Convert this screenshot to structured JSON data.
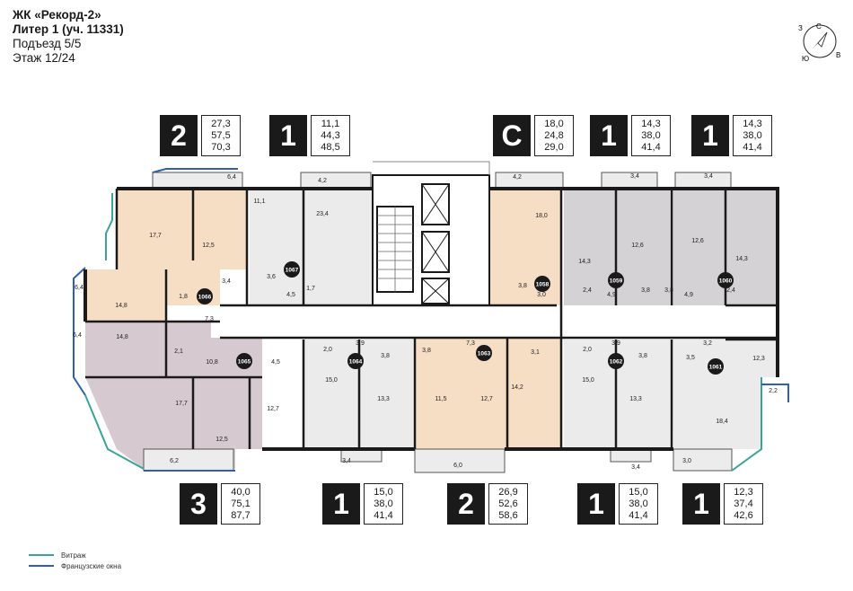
{
  "header": {
    "complex": "ЖК «Рекорд-2»",
    "liter": "Литер 1 (уч. 11331)",
    "entrance": "Подъезд 5/5",
    "floor": "Этаж 12/24"
  },
  "compass": {
    "n": "С",
    "s": "Ю",
    "w": "З",
    "e": "В"
  },
  "apartments_top": [
    {
      "rooms": "2",
      "living": "27,3",
      "total": "57,5",
      "total_balcony": "70,3"
    },
    {
      "rooms": "1",
      "living": "11,1",
      "total": "44,3",
      "total_balcony": "48,5"
    },
    {
      "rooms": "С",
      "living": "18,0",
      "total": "24,8",
      "total_balcony": "29,0"
    },
    {
      "rooms": "1",
      "living": "14,3",
      "total": "38,0",
      "total_balcony": "41,4"
    },
    {
      "rooms": "1",
      "living": "14,3",
      "total": "38,0",
      "total_balcony": "41,4"
    }
  ],
  "apartments_bottom": [
    {
      "rooms": "3",
      "living": "40,0",
      "total": "75,1",
      "total_balcony": "87,7"
    },
    {
      "rooms": "1",
      "living": "15,0",
      "total": "38,0",
      "total_balcony": "41,4"
    },
    {
      "rooms": "2",
      "living": "26,9",
      "total": "52,6",
      "total_balcony": "58,6"
    },
    {
      "rooms": "1",
      "living": "15,0",
      "total": "38,0",
      "total_balcony": "41,4"
    },
    {
      "rooms": "1",
      "living": "12,3",
      "total": "37,4",
      "total_balcony": "42,6"
    }
  ],
  "apartment_numbers": [
    "1067",
    "1066",
    "1065",
    "1064",
    "1063",
    "1058",
    "1059",
    "1060",
    "1061",
    "1062"
  ],
  "room_areas": [
    "6,4",
    "11,1",
    "4,2",
    "23,4",
    "4,2",
    "18,0",
    "3,4",
    "3,4",
    "17,7",
    "12,5",
    "14,3",
    "12,6",
    "12,6",
    "14,3",
    "6,4",
    "3,4",
    "3,6",
    "1,7",
    "3,8",
    "3,0",
    "2,4",
    "4,9",
    "3,8",
    "3,8",
    "4,9",
    "2,4",
    "14,8",
    "1,8",
    "4,5",
    "7,3",
    "6,4",
    "14,8",
    "2,1",
    "10,8",
    "4,5",
    "2,0",
    "3,9",
    "3,8",
    "7,3",
    "3,8",
    "3,1",
    "2,0",
    "3,9",
    "3,8",
    "3,2",
    "3,5",
    "12,3",
    "17,7",
    "15,0",
    "13,3",
    "11,5",
    "12,7",
    "14,2",
    "15,0",
    "13,3",
    "18,4",
    "2,2",
    "12,5",
    "12,7",
    "6,2",
    "3,4",
    "6,0",
    "3,4",
    "3,0"
  ],
  "legend": {
    "vitrazh": "Витраж",
    "french": "Французские окна"
  },
  "colors": {
    "vitrazh": "#3aa39a",
    "french": "#2f5fb3",
    "apt_orange": "#f6dec5",
    "apt_gray": "#d4d2d4",
    "apt_mauve": "#d6c9cf",
    "apt_light": "#ecebeb",
    "balcony": "#ececec"
  }
}
